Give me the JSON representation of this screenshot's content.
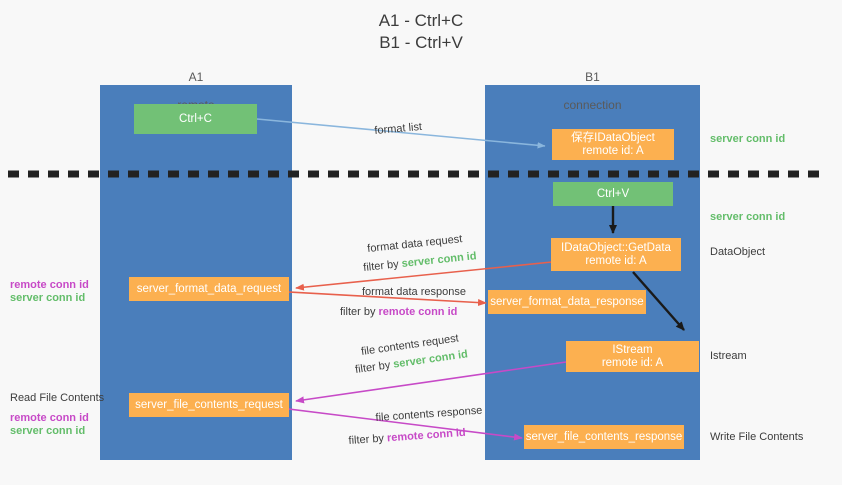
{
  "title": "A1 - Ctrl+C\nB1 - Ctrl+V",
  "colors": {
    "lane": "#4a7ebb",
    "green_box": "#72c176",
    "orange_box": "#fcb050",
    "server_conn_id": "#63bd6a",
    "remote_conn_id": "#c74ac7",
    "arrow_format_list": "#8ab6dd",
    "arrow_format_data": "#e8604c",
    "arrow_file_contents": "#c74ac7",
    "arrow_internal": "#1a1a1a",
    "divider": "#222222"
  },
  "lanes": [
    {
      "id": "a1",
      "title": "A1",
      "subtitle": "remote"
    },
    {
      "id": "b1",
      "title": "B1",
      "subtitle": "connection"
    }
  ],
  "boxes": {
    "ctrl_c": {
      "line1": "Ctrl+C"
    },
    "save_idataobject": {
      "line1": "保存IDataObject",
      "line2": "remote id: A"
    },
    "ctrl_v": {
      "line1": "Ctrl+V"
    },
    "getdata": {
      "line1": "IDataObject::GetData",
      "line2": "remote id: A"
    },
    "istream": {
      "line1": "IStream",
      "line2": "remote id: A"
    },
    "format_data_request": {
      "line1": "server_format_data_request"
    },
    "format_data_response": {
      "line1": "server_format_data_response"
    },
    "file_contents_request": {
      "line1": "server_file_contents_request"
    },
    "file_contents_response": {
      "line1": "server_file_contents_response"
    }
  },
  "arrow_labels": {
    "format_list": "format list",
    "format_data_request": "format data request",
    "format_data_request_filter_prefix": "filter by ",
    "format_data_request_filter_value": "server conn id",
    "format_data_response": "format data response",
    "format_data_response_filter_prefix": "filter by ",
    "format_data_response_filter_value": "remote conn id",
    "file_contents_request": "file contents request",
    "file_contents_request_filter_prefix": "filter by ",
    "file_contents_request_filter_value": "server conn id",
    "file_contents_response": "file contents response",
    "file_contents_response_filter_prefix": "filter by ",
    "file_contents_response_filter_value": "remote conn id"
  },
  "annotations": {
    "right_server_conn_id_1": "server conn id",
    "right_server_conn_id_2": "server conn id",
    "right_dataobject": "DataObject",
    "right_istream": "Istream",
    "right_write_file_contents": "Write File Contents",
    "left_remote_conn_id_1": "remote conn id",
    "left_server_conn_id_1": "server conn id",
    "left_read_file_contents": "Read File Contents",
    "left_remote_conn_id_2": "remote conn id",
    "left_server_conn_id_2": "server conn id"
  }
}
